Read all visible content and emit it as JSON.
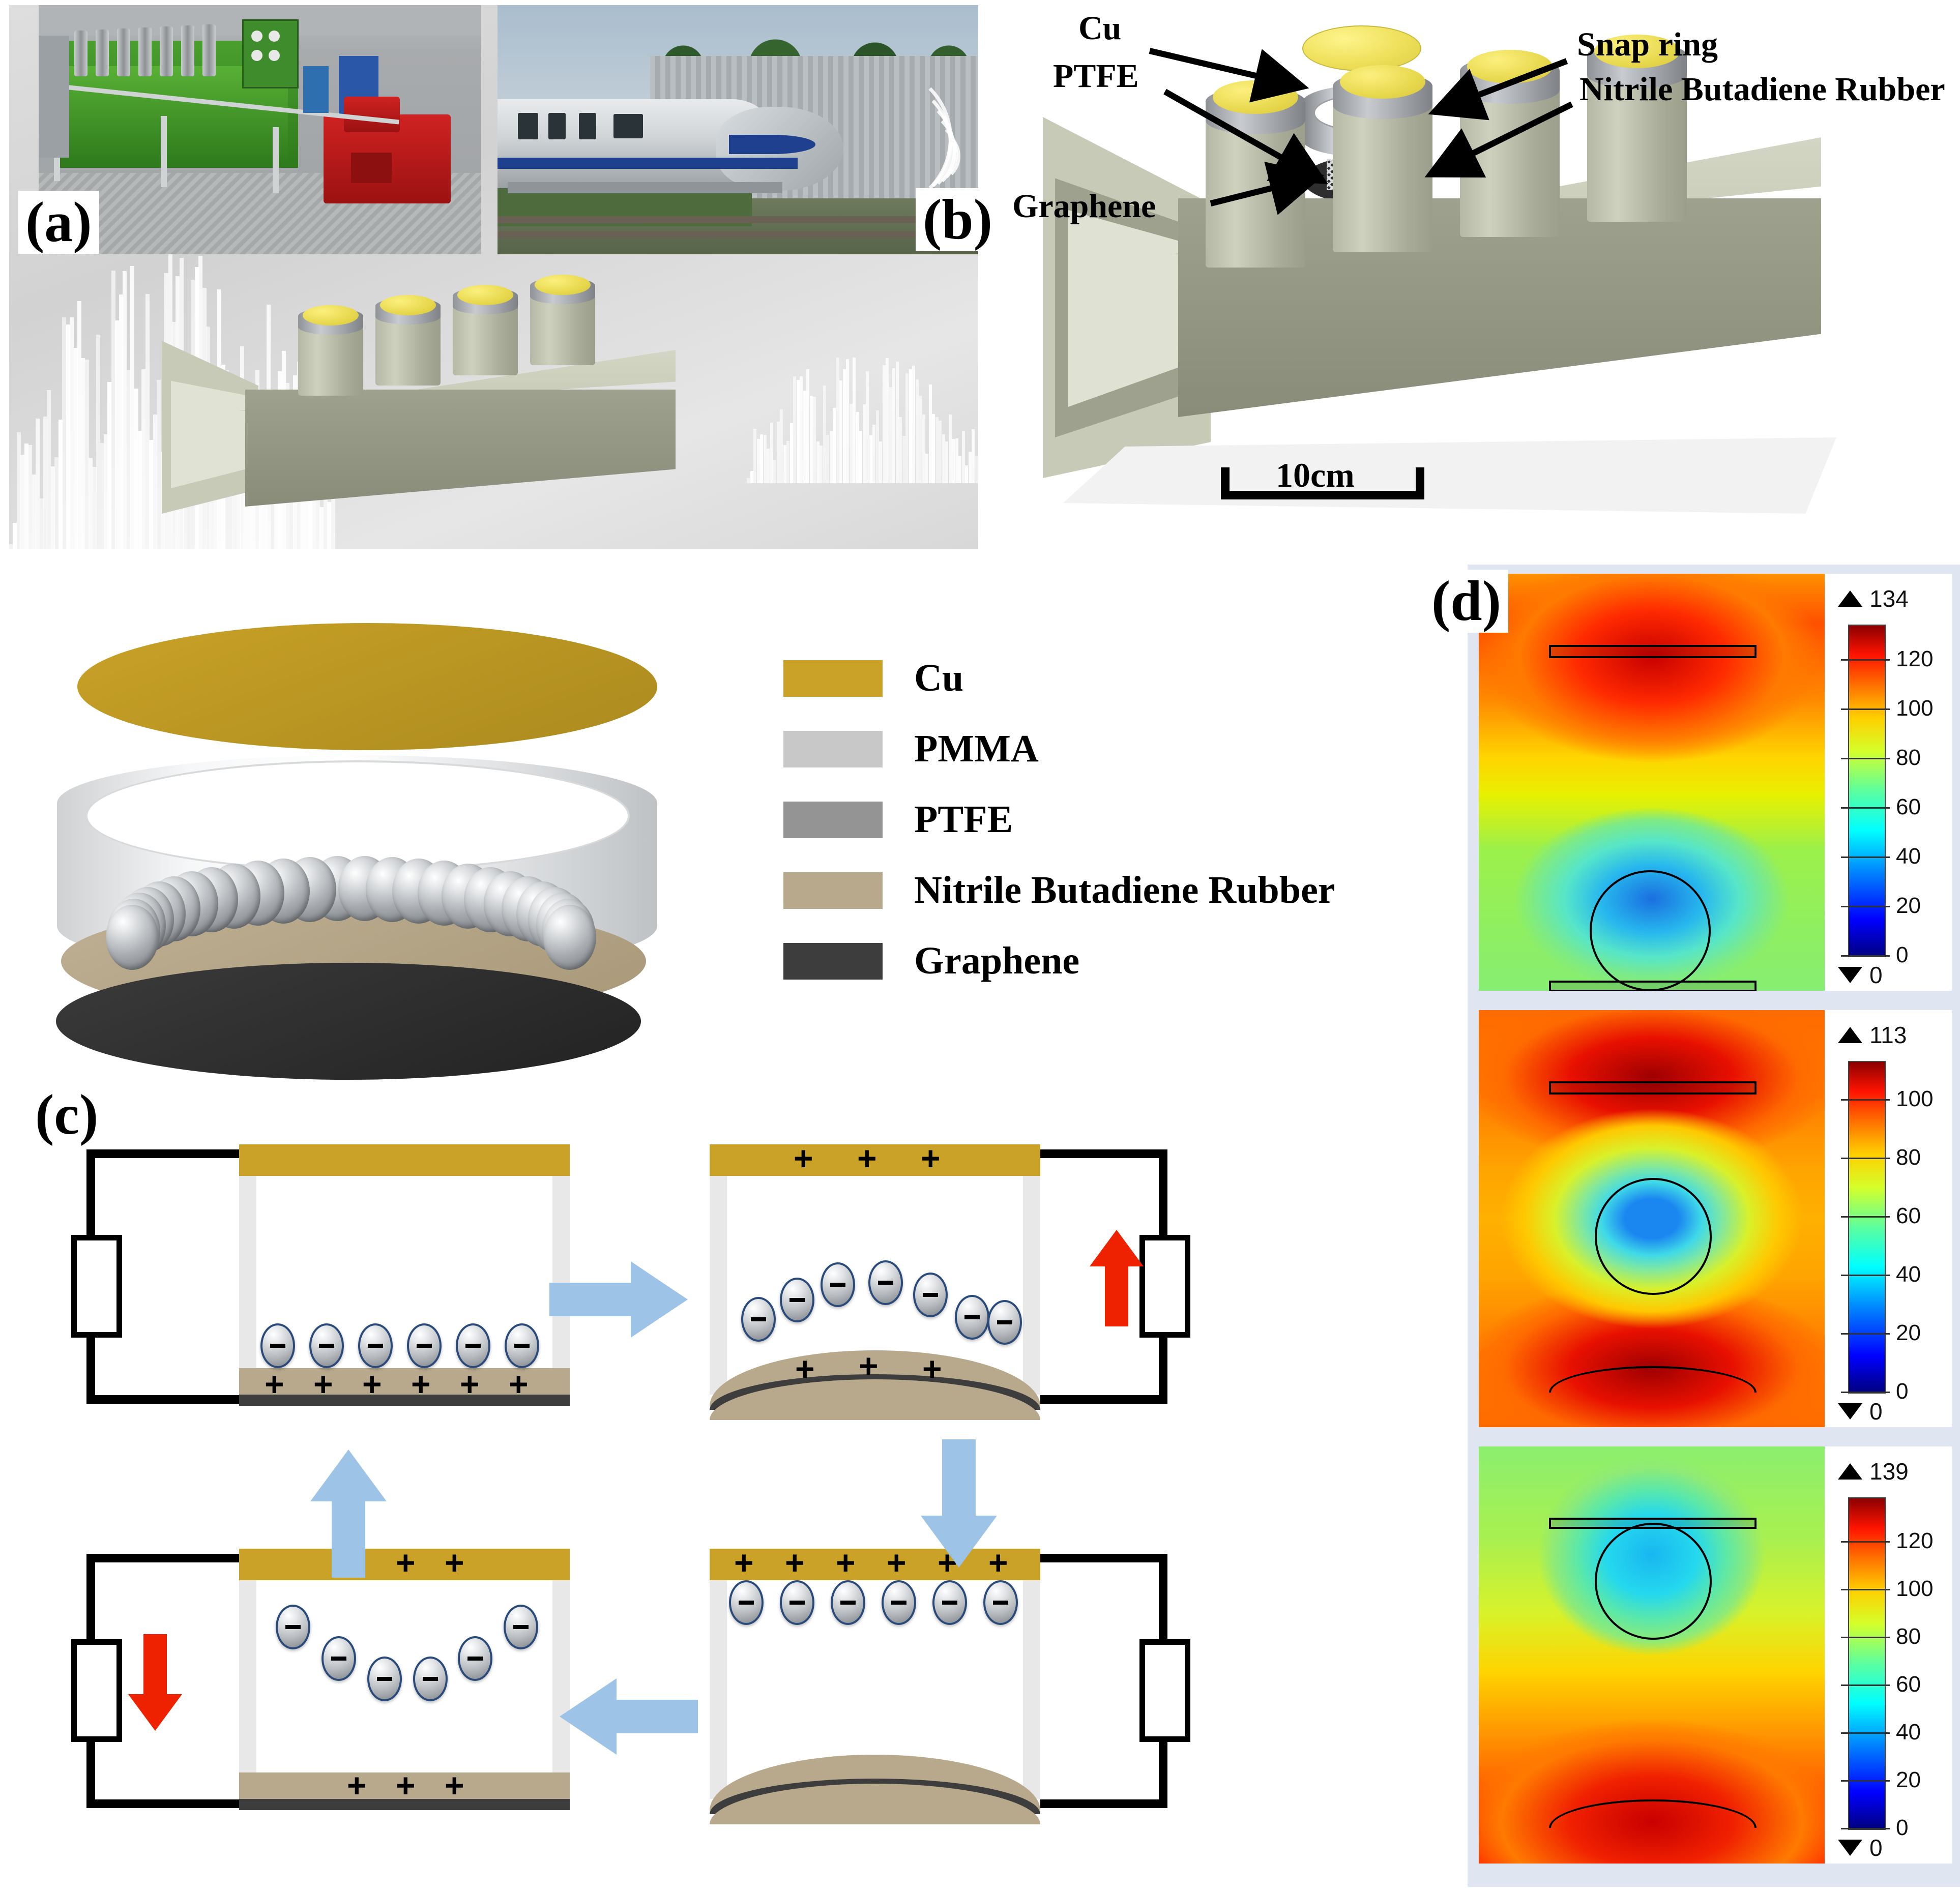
{
  "figure": {
    "panels": [
      {
        "id": "a",
        "label": "(a)"
      },
      {
        "id": "b",
        "label": "(b)"
      },
      {
        "id": "c",
        "label": "(c)"
      },
      {
        "id": "d",
        "label": "(d)"
      }
    ]
  },
  "panel_a": {
    "label": "(a)",
    "photos": [
      "engine-room-generator-set",
      "high-speed-train-with-noise-barrier"
    ],
    "description": "duct with four cylindrical cavity resonators, loud sound waveform on the left, attenuated waveform on the right",
    "resonator_count": 4
  },
  "panel_b": {
    "label": "(b)",
    "callouts": [
      {
        "name": "cu",
        "text": "Cu"
      },
      {
        "name": "snap-ring",
        "text": "Snap ring"
      },
      {
        "name": "ptfe",
        "text": "PTFE"
      },
      {
        "name": "nitrile-butadiene-rubber",
        "text": "Nitrile Butadiene Rubber"
      },
      {
        "name": "graphene",
        "text": "Graphene"
      }
    ],
    "scale_bar": "10cm",
    "resonator_count": 4
  },
  "legend": {
    "items": [
      {
        "label": "Cu",
        "color": "#c9a227"
      },
      {
        "label": "PMMA",
        "color": "#c8c8c8"
      },
      {
        "label": "PTFE",
        "color": "#949494"
      },
      {
        "label": "Nitrile Butadiene Rubber",
        "color": "#b8a98d"
      },
      {
        "label": "Graphene",
        "color": "#3d3d3d"
      }
    ]
  },
  "panel_c": {
    "label": "(c)",
    "states": [
      {
        "name": "rest-beads-down",
        "position": "top-left",
        "membrane": "flat",
        "beads": 6,
        "bead_charge": "−",
        "top_electrode_signs": 0,
        "bottom_electrode_signs": 6,
        "current_arrow": "none"
      },
      {
        "name": "membrane-up-beads-rising",
        "position": "top-right",
        "membrane": "convex-up",
        "beads": 7,
        "bead_charge": "−",
        "top_electrode_signs": 3,
        "bottom_electrode_signs": 3,
        "current_arrow": "up",
        "current_arrow_color": "#ee2200"
      },
      {
        "name": "beads-contact-top",
        "position": "bottom-right",
        "membrane": "convex-up",
        "beads": 6,
        "bead_charge": "−",
        "top_electrode_signs": 6,
        "bottom_electrode_signs": 0,
        "current_arrow": "none"
      },
      {
        "name": "beads-falling",
        "position": "bottom-left",
        "membrane": "flat",
        "beads": 6,
        "bead_charge": "−",
        "top_electrode_signs": 3,
        "bottom_electrode_signs": 3,
        "current_arrow": "down",
        "current_arrow_color": "#ee2200"
      }
    ],
    "flow_arrows": [
      {
        "from": "rest-beads-down",
        "to": "membrane-up-beads-rising",
        "direction": "right"
      },
      {
        "from": "membrane-up-beads-rising",
        "to": "beads-contact-top",
        "direction": "down"
      },
      {
        "from": "beads-contact-top",
        "to": "beads-falling",
        "direction": "left"
      },
      {
        "from": "beads-falling",
        "to": "rest-beads-down",
        "direction": "up"
      }
    ],
    "flow_arrow_color": "#9dc3e6",
    "positive_sign": "+",
    "negative_sign": "−"
  },
  "exploded_view": {
    "layers": [
      {
        "name": "cu-disc",
        "material": "Cu"
      },
      {
        "name": "pmma-ring",
        "material": "PMMA"
      },
      {
        "name": "steel-beads",
        "material": "beads"
      },
      {
        "name": "nbr-disc",
        "material": "Nitrile Butadiene Rubber"
      },
      {
        "name": "graphene-disc",
        "material": "Graphene"
      }
    ],
    "bead_count": 26
  },
  "chart_data": {
    "type": "heatmap",
    "title": "Electric potential distribution simulations",
    "panel": "(d)",
    "colormap": "jet",
    "unit_implied": "V",
    "subplots": [
      {
        "name": "beads-at-bottom",
        "index": 1,
        "max_label": "134",
        "min_label": "0",
        "range": [
          0,
          134
        ],
        "ticks": [
          0,
          20,
          40,
          60,
          80,
          100,
          120
        ],
        "top_tick_marker": "▲",
        "bottom_tick_marker": "▼",
        "features": [
          {
            "shape": "flat-plate",
            "location": "top",
            "field": "high-red"
          },
          {
            "shape": "sphere",
            "location": "bottom-center",
            "field": "low-blue"
          },
          {
            "shape": "flat-plate",
            "location": "bottom",
            "field": "mid-green"
          }
        ]
      },
      {
        "name": "beads-mid-flight",
        "index": 2,
        "max_label": "113",
        "min_label": "0",
        "range": [
          0,
          113
        ],
        "ticks": [
          0,
          20,
          40,
          60,
          80,
          100
        ],
        "top_tick_marker": "▲",
        "bottom_tick_marker": "▼",
        "features": [
          {
            "shape": "flat-plate",
            "location": "top",
            "field": "high-red"
          },
          {
            "shape": "sphere",
            "location": "center",
            "field": "low-blue"
          },
          {
            "shape": "curved-plate",
            "location": "bottom",
            "field": "high-red"
          }
        ]
      },
      {
        "name": "beads-at-top",
        "index": 3,
        "max_label": "139",
        "min_label": "0",
        "range": [
          0,
          139
        ],
        "ticks": [
          0,
          20,
          40,
          60,
          80,
          100,
          120
        ],
        "top_tick_marker": "▲",
        "bottom_tick_marker": "▼",
        "features": [
          {
            "shape": "flat-plate",
            "location": "top",
            "field": "mid-green"
          },
          {
            "shape": "sphere",
            "location": "top-center",
            "field": "low-cyan"
          },
          {
            "shape": "curved-plate",
            "location": "bottom",
            "field": "high-red"
          }
        ]
      }
    ]
  }
}
